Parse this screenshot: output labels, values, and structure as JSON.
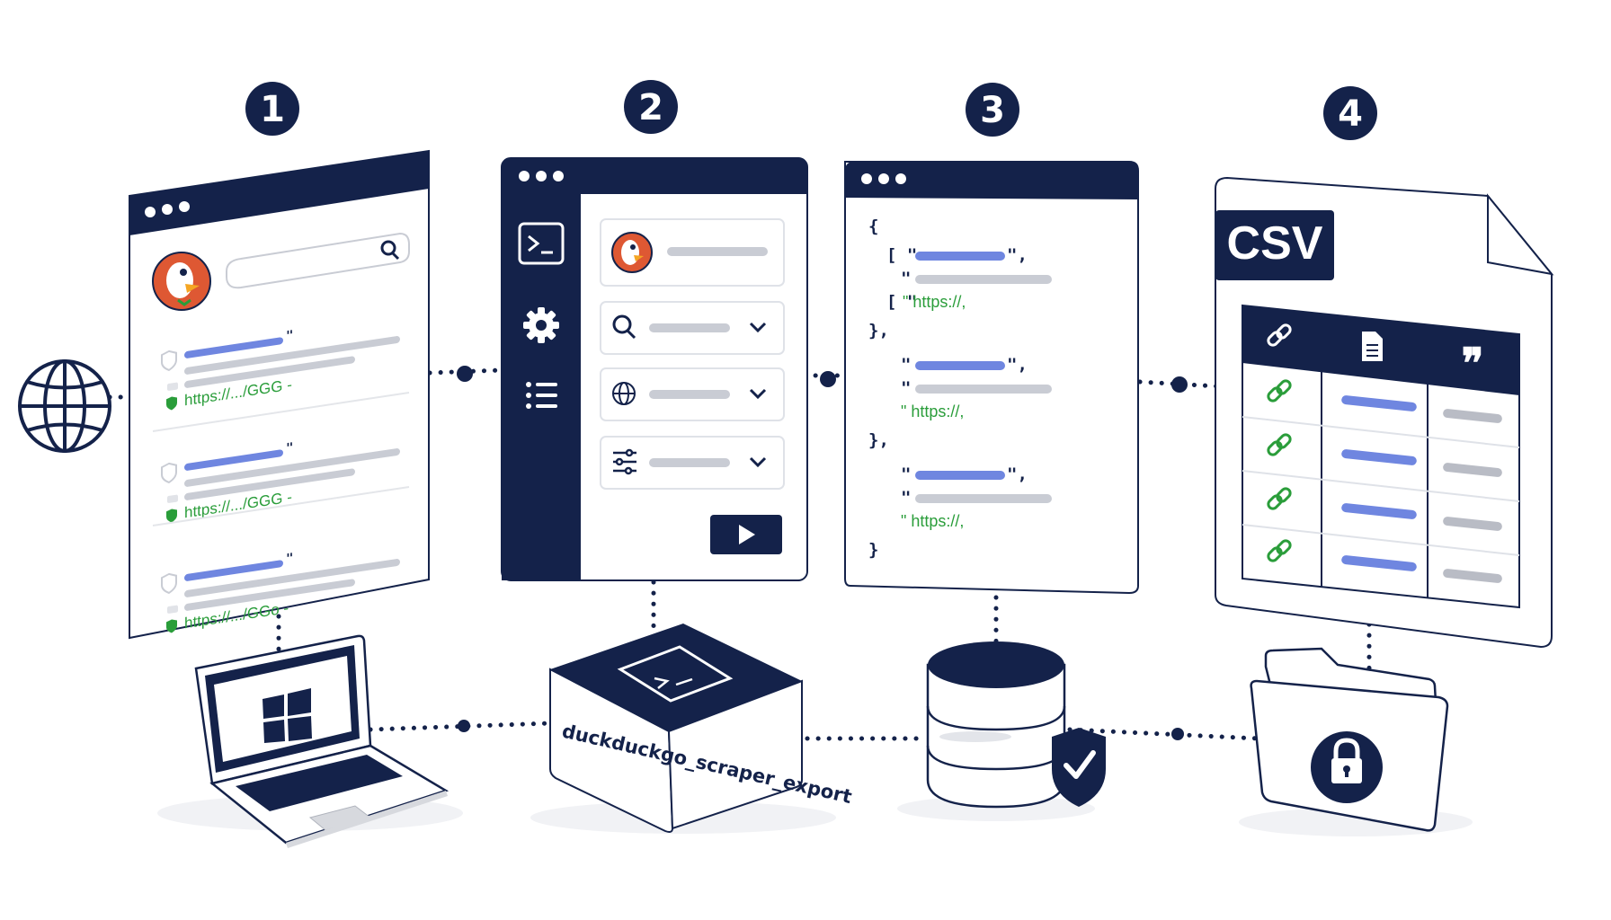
{
  "steps": [
    "1",
    "2",
    "3",
    "4"
  ],
  "search_results": [
    {
      "url": "https://.../GGG -"
    },
    {
      "url": "https://.../GGG -"
    },
    {
      "url": "https://.../GGo -"
    }
  ],
  "json_preview": {
    "open_brace": "{",
    "row_open": "[ \"",
    "row_close": "\",",
    "quote": "\"",
    "url_prefix": "\" https://,",
    "group_close": "},",
    "close_brace": "}"
  },
  "csv_file": {
    "label": "CSV",
    "columns": [
      "link-icon",
      "document-icon",
      "quote-icon"
    ],
    "row_count": 4
  },
  "cli_box": {
    "label": "duckduckgo_scraper_export"
  },
  "colors": {
    "navy": "#14224a",
    "accent_blue": "#6f86e0",
    "placeholder_gray": "#c9ccd4",
    "link_green": "#2a9d3a",
    "duck_orange": "#de5833"
  }
}
